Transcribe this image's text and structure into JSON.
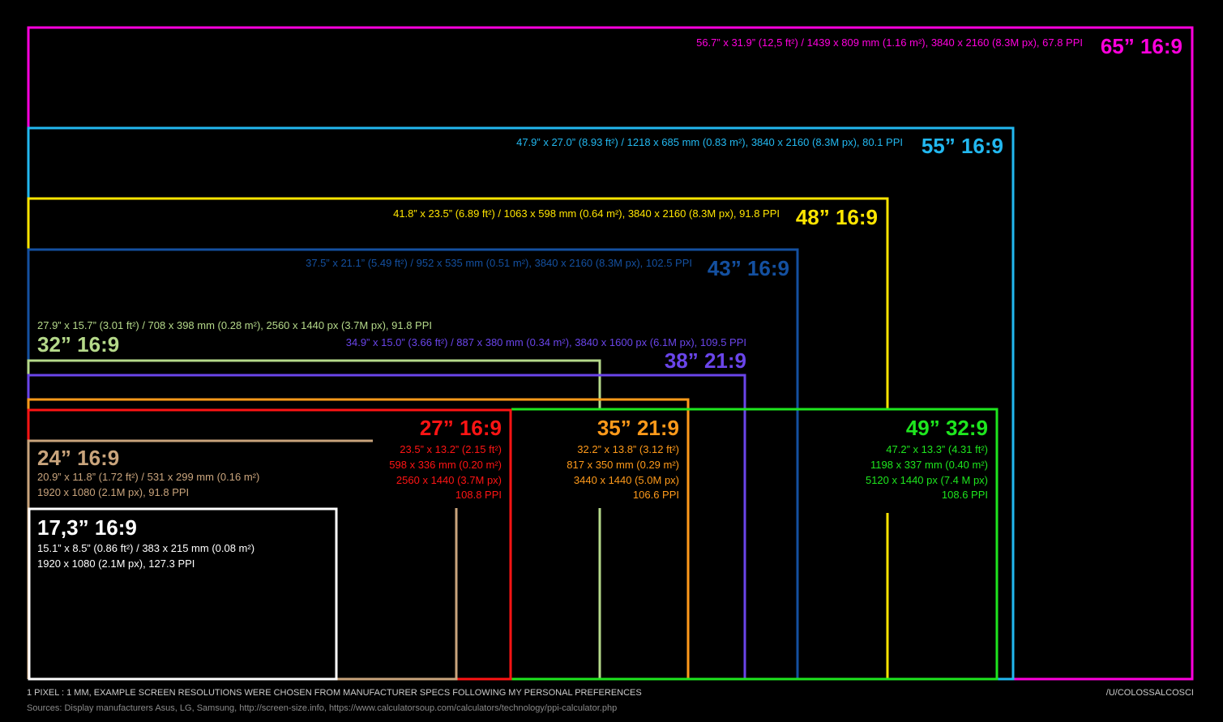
{
  "screens": [
    {
      "id": "65",
      "color": "#ff00dd",
      "title": "65” 16:9",
      "lines": [
        "56.7” x 31.9” (12,5 ft²) / 1439 x 809 mm (1.16 m²), 3840 x 2160 (8.3M px), 67.8 PPI"
      ]
    },
    {
      "id": "55",
      "color": "#22b8f0",
      "title": "55” 16:9",
      "lines": [
        "47.9” x 27.0” (8.93 ft²) / 1218 x 685 mm (0.83 m²), 3840 x 2160 (8.3M px), 80.1 PPI"
      ]
    },
    {
      "id": "48",
      "color": "#ffe500",
      "title": "48” 16:9",
      "lines": [
        "41.8” x 23.5” (6.89 ft²) / 1063 x 598 mm (0.64 m²), 3840 x 2160 (8.3M px), 91.8 PPI"
      ]
    },
    {
      "id": "43",
      "color": "#1450a0",
      "title": "43” 16:9",
      "lines": [
        "37.5” x 21.1” (5.49 ft²) / 952 x 535 mm (0.51 m²), 3840 x 2160 (8.3M px), 102.5 PPI"
      ]
    },
    {
      "id": "32",
      "color": "#b5d98a",
      "title": "32” 16:9",
      "lines": [
        "27.9” x 15.7” (3.01 ft²) / 708 x 398 mm (0.28 m²), 2560 x 1440 px (3.7M px), 91.8 PPI"
      ]
    },
    {
      "id": "38",
      "color": "#6a45ea",
      "title": "38” 21:9",
      "lines": [
        "34.9” x 15.0” (3.66 ft²) / 887 x 380 mm (0.34 m²), 3840 x 1600 px (6.1M px), 109.5 PPI"
      ]
    },
    {
      "id": "35",
      "color": "#ff9a1a",
      "title": "35” 21:9",
      "lines": [
        "32.2” x 13.8” (3.12 ft²)",
        "817 x 350 mm (0.29 m²)",
        "3440 x 1440 (5.0M px)",
        "106.6 PPI"
      ]
    },
    {
      "id": "49",
      "color": "#1ee61e",
      "title": "49” 32:9",
      "lines": [
        "47.2” x 13.3” (4.31 ft²)",
        "1198 x 337 mm (0.40 m²)",
        "5120 x 1440 px (7.4 M px)",
        "108.6 PPI"
      ]
    },
    {
      "id": "27",
      "color": "#ff1414",
      "title": "27” 16:9",
      "lines": [
        "23.5” x 13.2” (2.15 ft²)",
        "598 x 336 mm (0.20 m²)",
        "2560 x 1440 (3.7M px)",
        "108.8 PPI"
      ]
    },
    {
      "id": "24",
      "color": "#c9a47c",
      "title": "24” 16:9",
      "lines": [
        "20.9” x 11.8” (1.72 ft²) / 531 x 299 mm (0.16 m²)",
        "1920 x 1080 (2.1M px), 91.8 PPI"
      ]
    },
    {
      "id": "17",
      "color": "#ffffff",
      "title": "17,3” 16:9",
      "lines": [
        "15.1” x 8.5” (0.86 ft²) / 383 x 215 mm (0.08 m²)",
        "1920 x 1080 (2.1M px), 127.3 PPI"
      ]
    }
  ],
  "footer": {
    "note": "1 PIXEL : 1 MM, EXAMPLE SCREEN RESOLUTIONS WERE CHOSEN FROM MANUFACTURER SPECS FOLLOWING MY PERSONAL PREFERENCES",
    "credit": "/U/COLOSSALCOSCI",
    "sources": "Sources: Display manufacturers Asus, LG, Samsung, http://screen-size.info, https://www.calculatorsoup.com/calculators/technology/ppi-calculator.php"
  }
}
